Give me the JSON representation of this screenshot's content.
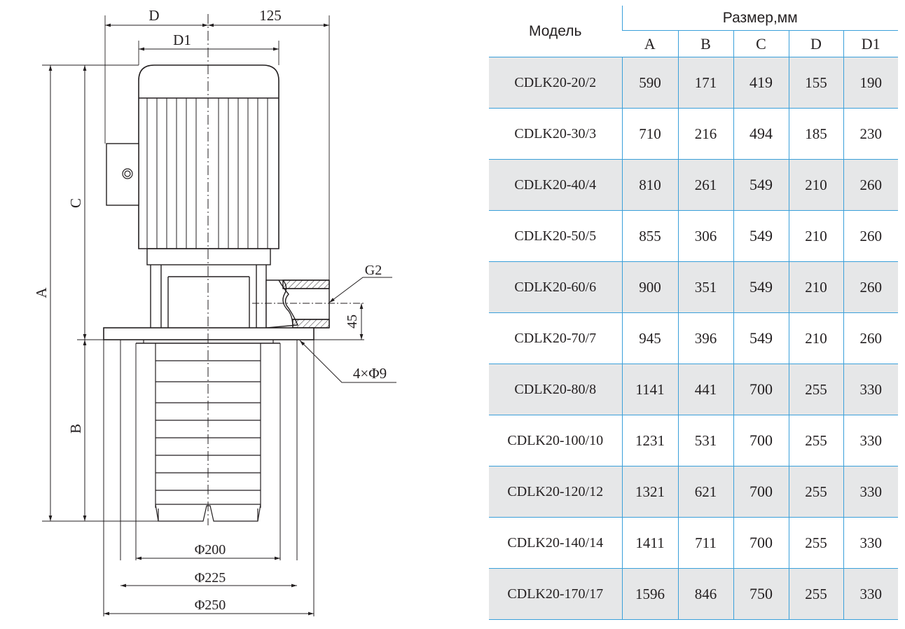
{
  "drawing": {
    "dimensions": {
      "D": "D",
      "D1": "D1",
      "width_125": "125",
      "A": "A",
      "B": "B",
      "C": "C",
      "G2": "G2",
      "dim_45": "45",
      "holes": "4×Φ9",
      "phi200": "Φ200",
      "phi225": "Φ225",
      "phi250": "Φ250"
    }
  },
  "table": {
    "model_header": "Модель",
    "size_header": "Размер,мм",
    "columns": [
      "A",
      "B",
      "C",
      "D",
      "D1"
    ],
    "rows": [
      {
        "model": "CDLK20-20/2",
        "A": "590",
        "B": "171",
        "C": "419",
        "D": "155",
        "D1": "190"
      },
      {
        "model": "CDLK20-30/3",
        "A": "710",
        "B": "216",
        "C": "494",
        "D": "185",
        "D1": "230"
      },
      {
        "model": "CDLK20-40/4",
        "A": "810",
        "B": "261",
        "C": "549",
        "D": "210",
        "D1": "260"
      },
      {
        "model": "CDLK20-50/5",
        "A": "855",
        "B": "306",
        "C": "549",
        "D": "210",
        "D1": "260"
      },
      {
        "model": "CDLK20-60/6",
        "A": "900",
        "B": "351",
        "C": "549",
        "D": "210",
        "D1": "260"
      },
      {
        "model": "CDLK20-70/7",
        "A": "945",
        "B": "396",
        "C": "549",
        "D": "210",
        "D1": "260"
      },
      {
        "model": "CDLK20-80/8",
        "A": "1141",
        "B": "441",
        "C": "700",
        "D": "255",
        "D1": "330"
      },
      {
        "model": "CDLK20-100/10",
        "A": "1231",
        "B": "531",
        "C": "700",
        "D": "255",
        "D1": "330"
      },
      {
        "model": "CDLK20-120/12",
        "A": "1321",
        "B": "621",
        "C": "700",
        "D": "255",
        "D1": "330"
      },
      {
        "model": "CDLK20-140/14",
        "A": "1411",
        "B": "711",
        "C": "700",
        "D": "255",
        "D1": "330"
      },
      {
        "model": "CDLK20-170/17",
        "A": "1596",
        "B": "846",
        "C": "750",
        "D": "255",
        "D1": "330"
      }
    ]
  },
  "colors": {
    "line": "#231f20",
    "grid": "#3aa0da",
    "row_shade": "#e6e7e8"
  }
}
